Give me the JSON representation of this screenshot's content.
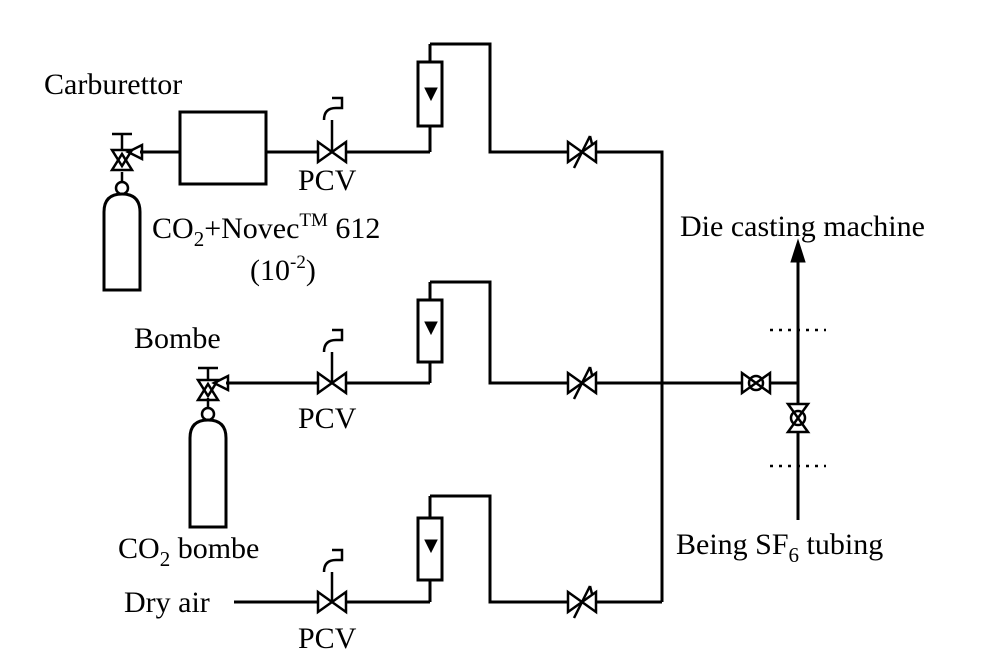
{
  "labels": {
    "carburettor": "Carburettor",
    "pcv": "PCV",
    "mix_main": "CO",
    "mix_sub": "2",
    "mix_plus": "+Novec",
    "mix_tm": "TM",
    "mix_num": " 612",
    "conc_open": "(10",
    "conc_sup": "-2",
    "conc_close": ")",
    "bombe": "Bombe",
    "co2_main": "CO",
    "co2_sub": "2",
    "co2_rest": " bombe",
    "dry_air": "Dry air",
    "die_casting": "Die casting machine",
    "being_main": "Being SF",
    "being_sub": "6",
    "being_rest": " tubing"
  }
}
